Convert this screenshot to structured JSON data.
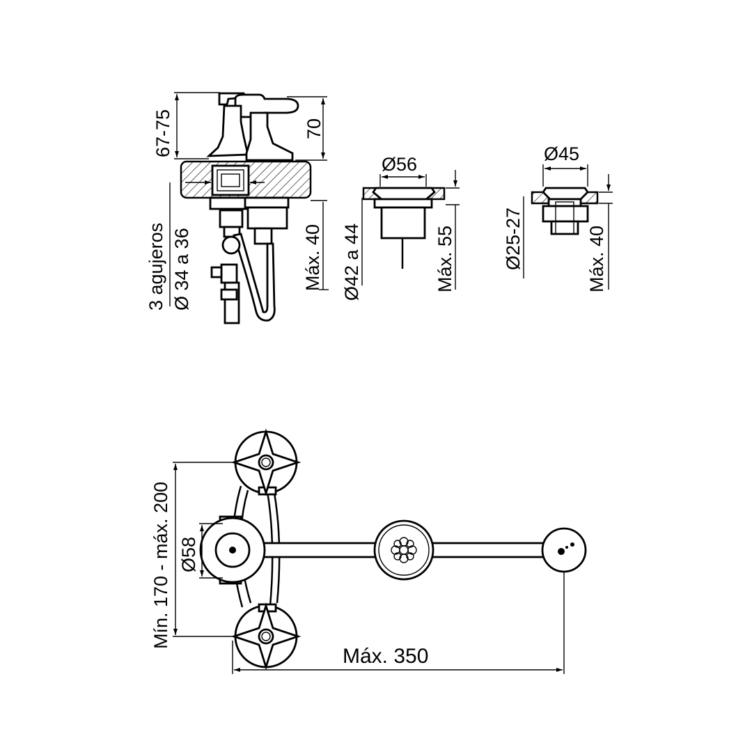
{
  "labels": {
    "height_range": "67-75",
    "height": "70",
    "holes_count": "3 agujeros",
    "holes_diameter": "Ø 34 a 36",
    "max_40_a": "Máx. 40",
    "diam_42_44": "Ø42 a 44",
    "diam_56": "Ø56",
    "max_55": "Máx. 55",
    "diam_45": "Ø45",
    "diam_25_27": "Ø25-27",
    "max_40_b": "Máx. 40",
    "min_max_spacing": "Mín. 170 - máx. 200",
    "diam_58": "Ø58",
    "max_350": "Máx. 350"
  },
  "colors": {
    "line": "#000000",
    "background": "#ffffff"
  }
}
